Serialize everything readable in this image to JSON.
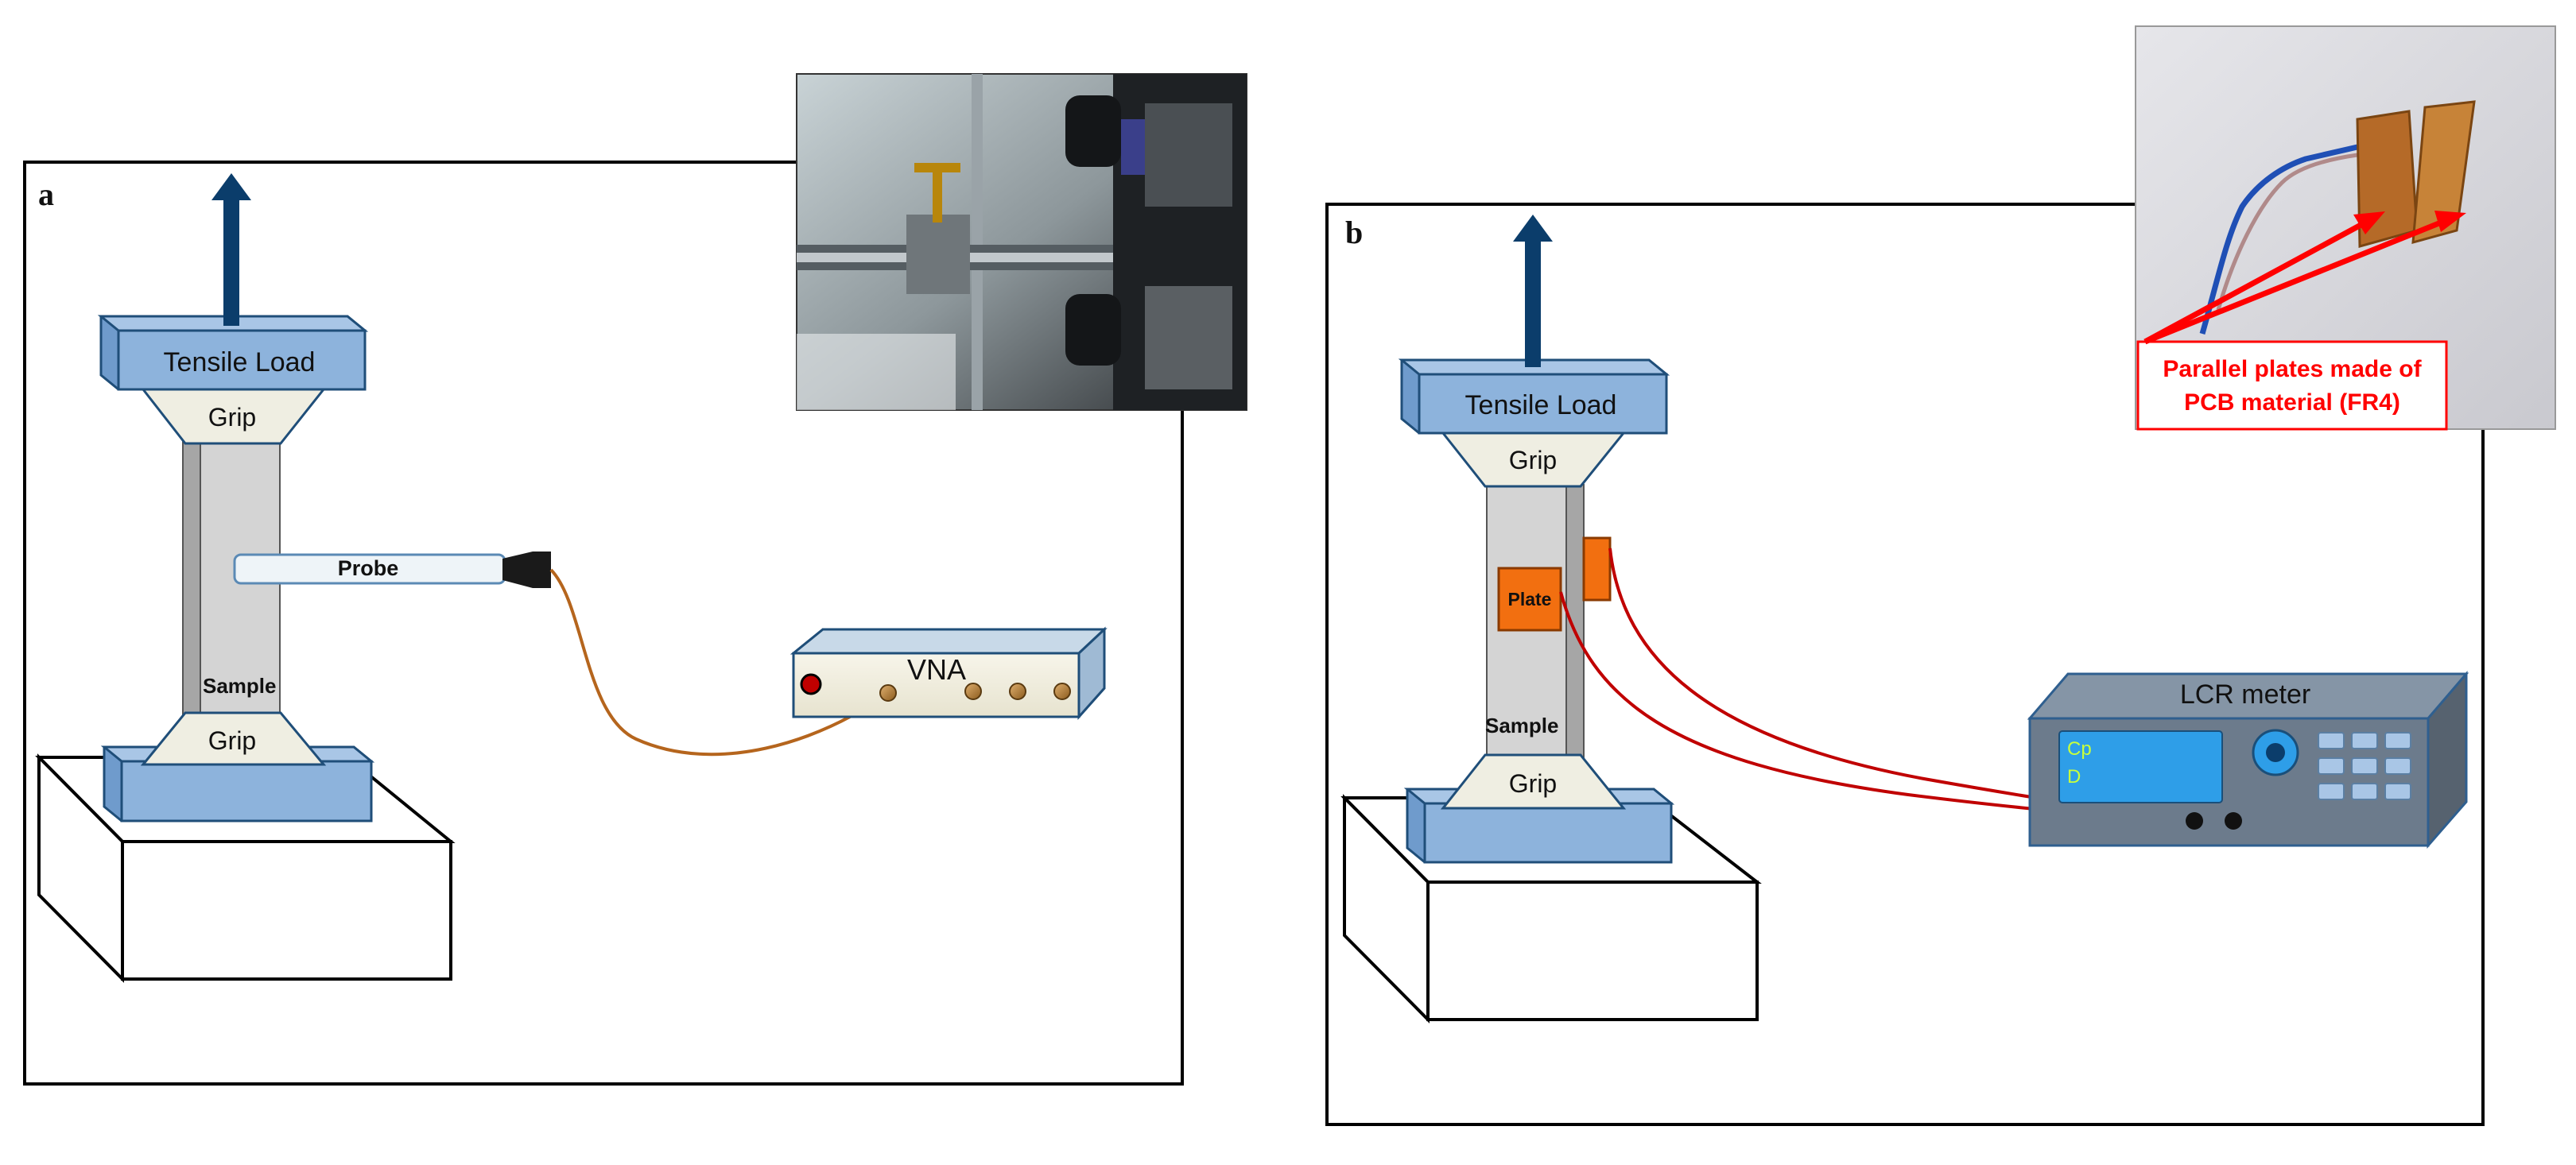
{
  "panels": {
    "a": {
      "letter": "a",
      "load_label": "Tensile Load",
      "top_grip": "Grip",
      "bottom_grip": "Grip",
      "sample_label": "Sample",
      "probe_label": "Probe",
      "instrument_label": "VNA"
    },
    "b": {
      "letter": "b",
      "load_label": "Tensile Load",
      "top_grip": "Grip",
      "bottom_grip": "Grip",
      "sample_label": "Sample",
      "plate_label": "Plate",
      "instrument_label": "LCR meter",
      "screen_line1": "Cp",
      "screen_line2": "D",
      "callout_line1": "Parallel plates made of",
      "callout_line2": "PCB material (FR4)"
    }
  },
  "colors": {
    "arrow": "#0b3d6b",
    "load_block": "#8db3dc",
    "grip": "#efeee2",
    "sample": "#d4d4d4",
    "plate": "#f26f10",
    "cable_a": "#b5651d",
    "cable_b": "#c00000",
    "callout": "#ff0000",
    "lcr_body": "#6c7b8c",
    "lcr_screen": "#2e9ee8",
    "screen_text": "#c8ff3c"
  }
}
